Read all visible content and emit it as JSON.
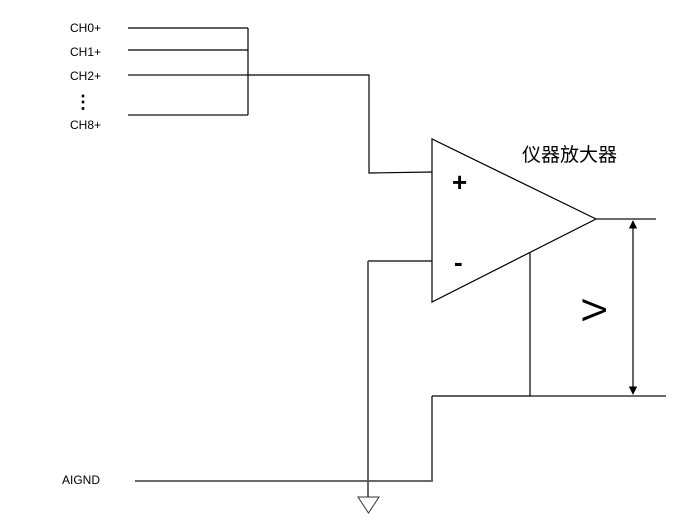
{
  "diagram": {
    "title": "仪器放大器",
    "inputs": [
      "CH0+",
      "CH1+",
      "CH2+",
      "CH8+"
    ],
    "ellipsis": "⋮",
    "ground_label": "AIGND",
    "plus_sign": "+",
    "minus_sign": "-",
    "voltage_label": "V"
  }
}
